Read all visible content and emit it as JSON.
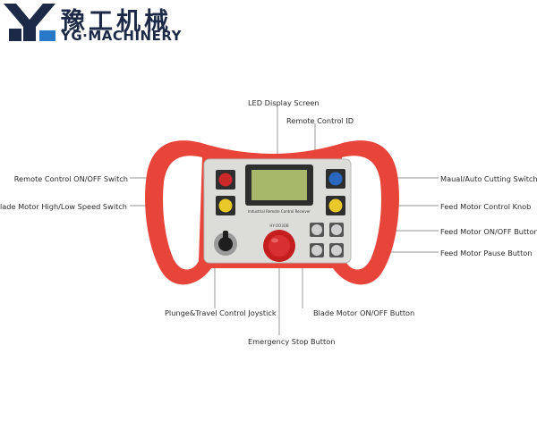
{
  "brand": {
    "name_cn": "豫工机械",
    "name_en": "YG·MACHINERY",
    "colors": {
      "primary": "#1c2a48",
      "accent": "#2a78c8"
    }
  },
  "device": {
    "body_color": "#e8453a",
    "panel_label": "Industrial Remote Control Receiver",
    "model_text": "HY-OO3OB"
  },
  "labels": {
    "led_display": "LED Display Screen",
    "remote_id": "Remote Control ID",
    "onoff_switch": "Remote Control ON/OFF Switch",
    "blade_speed": "Blade Motor High/Low Speed Switch",
    "manual_auto": "Maual/Auto Cutting Switch",
    "feed_knob": "Feed Motor Control Knob",
    "feed_onoff": "Feed Motor ON/OFF Button",
    "feed_pause": "Feed Motor Pause Button",
    "joystick": "Plunge&Travel Control Joystick",
    "blade_onoff": "Blade Motor ON/OFF Button",
    "estop": "Emergency Stop Button"
  }
}
